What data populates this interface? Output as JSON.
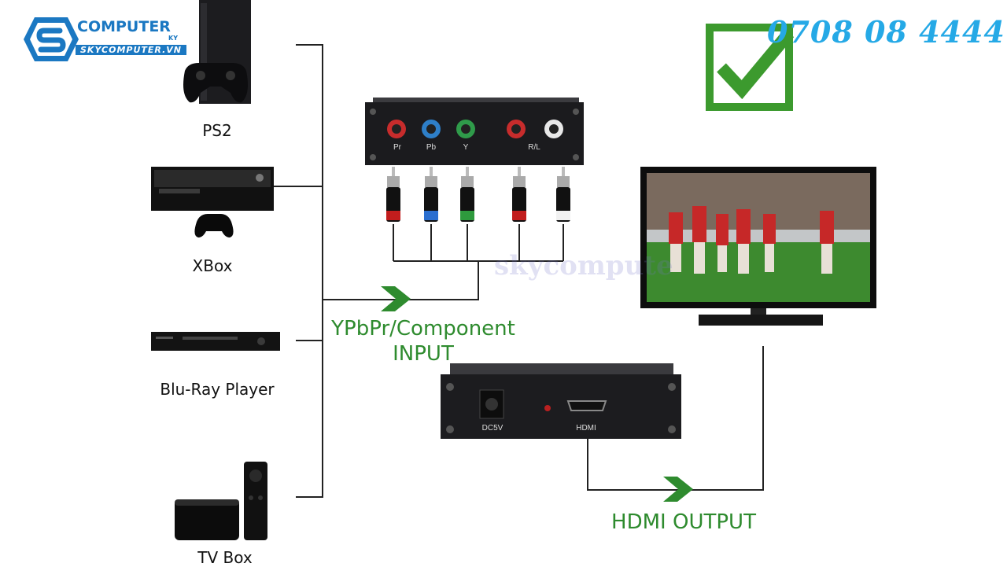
{
  "logo": {
    "brand": "COMPUTER",
    "suffix": "KY",
    "url": "SKYCOMPUTER.VN"
  },
  "phone": "0708 08 4444",
  "watermark": "skycompute",
  "devices": [
    {
      "id": "ps2",
      "label": "PS2"
    },
    {
      "id": "xbox",
      "label": "XBox"
    },
    {
      "id": "bluray",
      "label": "Blu-Ray Player"
    },
    {
      "id": "tvbox",
      "label": "TV Box"
    }
  ],
  "component_box": {
    "ports": [
      "Pr",
      "Pb",
      "Y",
      "R/L"
    ]
  },
  "input_label": {
    "line1": "YPbPr/Component",
    "line2": "INPUT"
  },
  "converter": {
    "ports": [
      "DC5V",
      "HDMI"
    ]
  },
  "output_label": "HDMI OUTPUT",
  "colors": {
    "accent_green": "#2e8b2e",
    "phone_blue": "#25a9e6",
    "logo_blue": "#1b78c2",
    "check_green": "#3c9a2e"
  }
}
